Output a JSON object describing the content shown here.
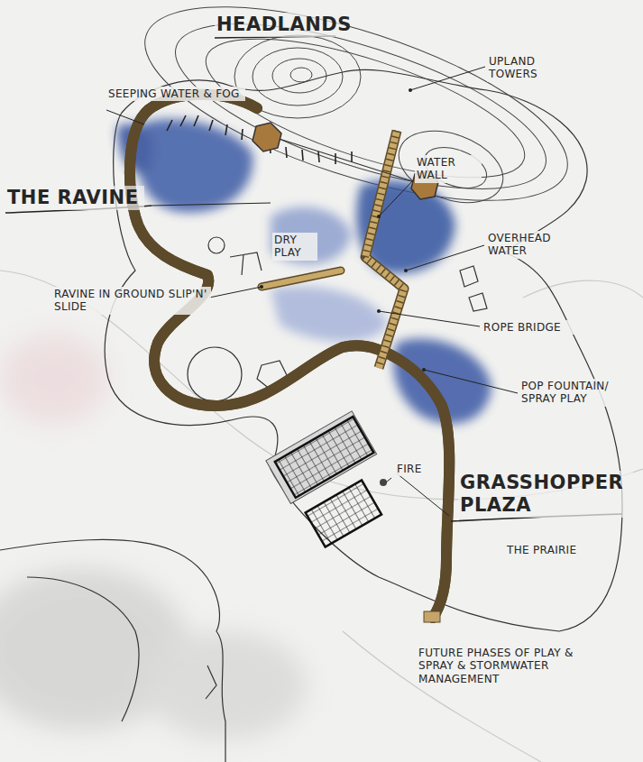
{
  "diagram": {
    "labels": [
      "HEADLANDS",
      "UPLAND TOWERS",
      "SEEPING WATER & FOG",
      "THE RAVINE",
      "WATER WALL",
      "OVERHEAD WATER",
      "DRY PLAY",
      "RAVINE IN GROUND SLIP'N' SLIDE",
      "ROPE BRIDGE",
      "POP FOUNTAIN/ SPRAY PLAY",
      "FIRE",
      "GRASSHOPPER PLAZA",
      "THE PRAIRIE",
      "FUTURE PHASES OF PLAY & SPRAY & STORMWATER MANAGEMENT"
    ]
  }
}
